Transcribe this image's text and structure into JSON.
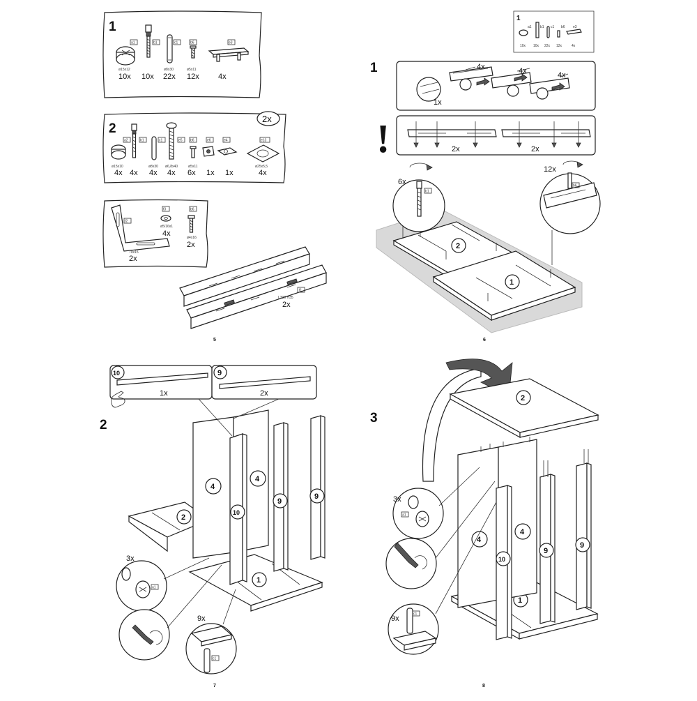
{
  "pages": {
    "p5": {
      "page_number": "5",
      "bag1": {
        "step": "1",
        "parts": [
          {
            "code": "a1",
            "dims": "ø15x12",
            "count": "10x"
          },
          {
            "code": "b1",
            "dims": "",
            "count": "10x"
          },
          {
            "code": "c1",
            "dims": "ø8x30",
            "count": "22x"
          },
          {
            "code": "b6",
            "dims": "ø5x11",
            "count": "12x"
          },
          {
            "code": "e3",
            "dims": "",
            "count": "4x"
          }
        ]
      },
      "bag2": {
        "step": "2",
        "multiplier": "2x",
        "parts": [
          {
            "code": "a2",
            "dims": "ø15x10",
            "count": "4x"
          },
          {
            "code": "b1",
            "dims": "",
            "count": "4x"
          },
          {
            "code": "c1",
            "dims": "ø8x30",
            "count": "4x"
          },
          {
            "code": "e5",
            "dims": "ø6,8x40",
            "count": "4x"
          },
          {
            "code": "b6",
            "dims": "ø5x11",
            "count": "6x"
          },
          {
            "code": "e6",
            "dims": "",
            "count": "1x"
          },
          {
            "code": "e4",
            "dims": "",
            "count": "1x"
          },
          {
            "code": "e13",
            "dims": "ø25x5,5",
            "count": "4x"
          }
        ]
      },
      "bag3": {
        "bracket": {
          "code": "f2",
          "dims": "70x15",
          "count": "2x"
        },
        "washer": {
          "code": "f3",
          "dims": "ø5/16x1",
          "count": "4x"
        },
        "screw": {
          "code": "b6",
          "dims": "ø4x16",
          "count": "2x"
        }
      },
      "rail": {
        "code": "f1",
        "dims": "L300 H35",
        "count": "2x"
      }
    },
    "p6": {
      "page_number": "6",
      "mini_bag": {
        "step": "1",
        "counts": [
          "10x",
          "10x",
          "22x",
          "12x",
          "4x"
        ],
        "codes": [
          "a1",
          "b1",
          "c1",
          "b6",
          "e3"
        ]
      },
      "step": "1",
      "rail_counts": {
        "top1": "4x",
        "top2": "4x",
        "top3": "4x",
        "left": "1x"
      },
      "rail_pairs": [
        "2x",
        "2x"
      ],
      "warning": "!",
      "callout_left": {
        "count": "6x",
        "code": "b1"
      },
      "callout_right": {
        "count": "12x",
        "code": "b6"
      },
      "panels": [
        "2",
        "1"
      ]
    },
    "p7": {
      "page_number": "7",
      "step": "2",
      "parts_box": [
        {
          "label": "10",
          "count": "1x"
        },
        {
          "label": "9",
          "count": "2x"
        }
      ],
      "panels": [
        "4",
        "4",
        "10",
        "9",
        "9",
        "2",
        "1"
      ],
      "callout_cam": {
        "count": "3x",
        "code": "a1"
      },
      "callout_dowel": {
        "count": "9x",
        "code": "c1"
      }
    },
    "p8": {
      "page_number": "8",
      "step": "3",
      "top_panel": "2",
      "panels": [
        "4",
        "4",
        "10",
        "9",
        "9",
        "1"
      ],
      "callout_cam": {
        "count": "3x",
        "code": "a1"
      },
      "callout_dowel": {
        "count": "9x",
        "code": "c1"
      }
    }
  }
}
